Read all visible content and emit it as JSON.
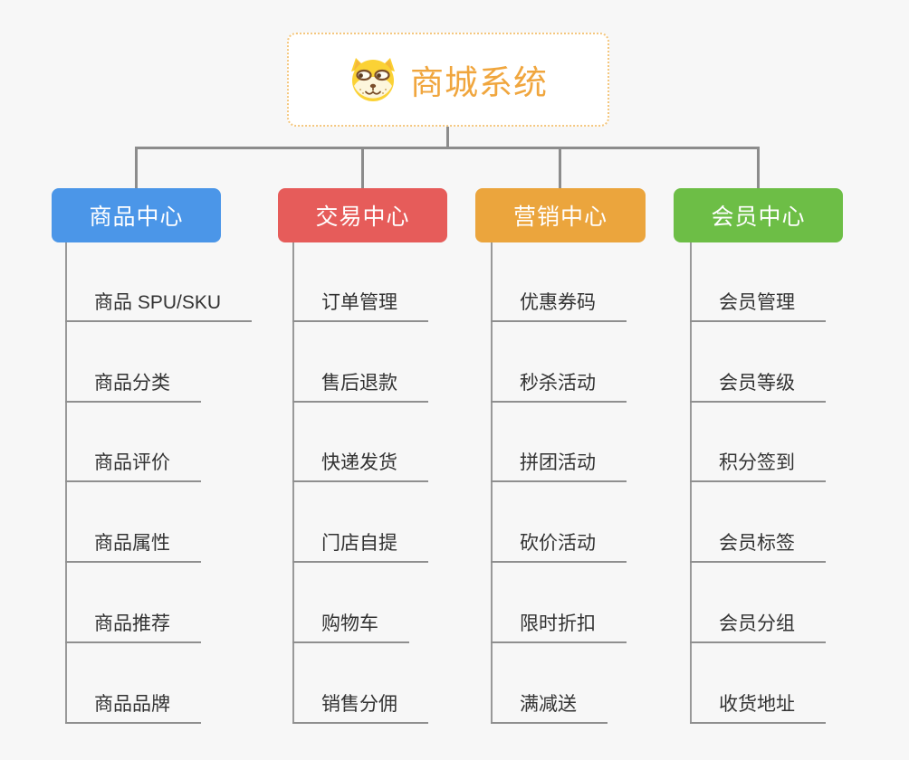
{
  "root": {
    "title": "商城系统",
    "icon": "shiba-dog-icon",
    "border_color": "#f4c77f",
    "title_color": "#f0a63e"
  },
  "connector_color": "#8c8c8c",
  "background_color": "#f7f7f7",
  "branches": [
    {
      "label": "商品中心",
      "color": "#4b96e8",
      "items": [
        "商品 SPU/SKU",
        "商品分类",
        "商品评价",
        "商品属性",
        "商品推荐",
        "商品品牌"
      ]
    },
    {
      "label": "交易中心",
      "color": "#e65c5a",
      "items": [
        "订单管理",
        "售后退款",
        "快递发货",
        "门店自提",
        "购物车",
        "销售分佣"
      ]
    },
    {
      "label": "营销中心",
      "color": "#eba53d",
      "items": [
        "优惠券码",
        "秒杀活动",
        "拼团活动",
        "砍价活动",
        "限时折扣",
        "满减送"
      ]
    },
    {
      "label": "会员中心",
      "color": "#6dbe46",
      "items": [
        "会员管理",
        "会员等级",
        "积分签到",
        "会员标签",
        "会员分组",
        "收货地址"
      ]
    }
  ]
}
